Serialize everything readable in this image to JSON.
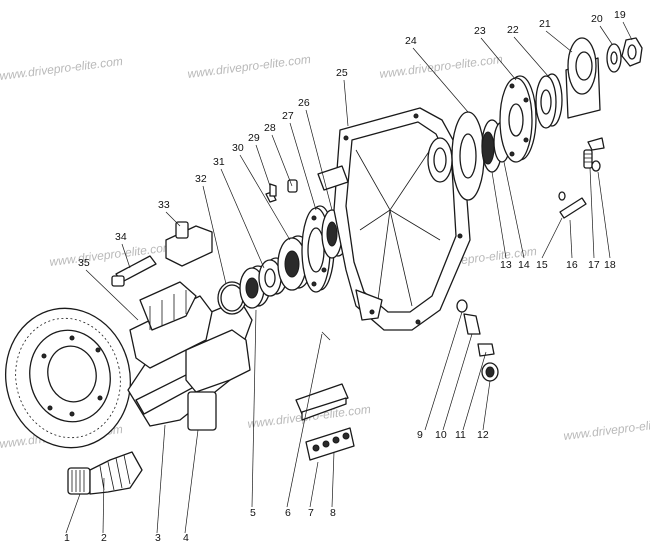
{
  "watermark": "www.drivepro-elite.com",
  "part_numbers": [
    "1",
    "2",
    "3",
    "4",
    "5",
    "6",
    "7",
    "8",
    "9",
    "10",
    "11",
    "12",
    "13",
    "14",
    "15",
    "16",
    "17",
    "18",
    "19",
    "20",
    "21",
    "22",
    "23",
    "24",
    "25",
    "26",
    "27",
    "28",
    "29",
    "30",
    "31",
    "32",
    "33",
    "34",
    "35"
  ]
}
